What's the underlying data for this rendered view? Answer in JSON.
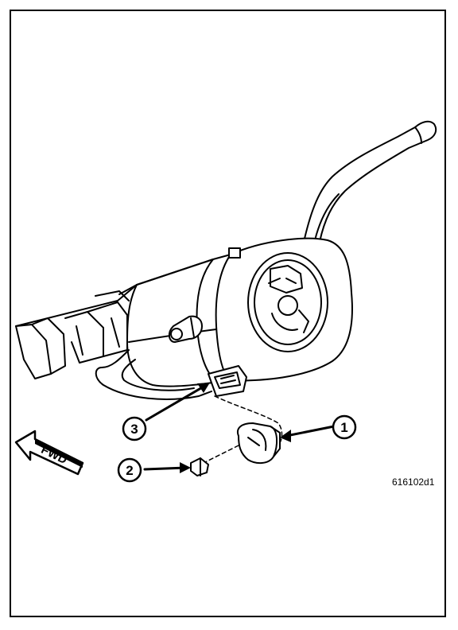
{
  "figure_id": "616102d1",
  "direction_label": "FWD",
  "callouts": [
    {
      "number": "1"
    },
    {
      "number": "2"
    },
    {
      "number": "3"
    }
  ],
  "colors": {
    "ink": "#000000",
    "paper": "#ffffff"
  }
}
